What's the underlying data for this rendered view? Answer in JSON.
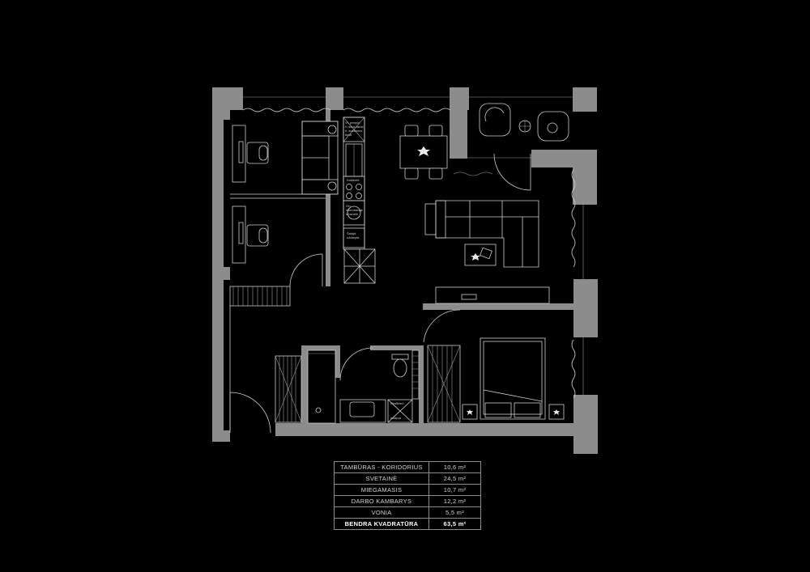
{
  "plan_labels": {
    "ventilation_note": [
      "Vt. prieplo",
      "ir nišos fanai",
      "ir, aukštoms",
      "tiekti"
    ],
    "cooktop": "Kaitlentė",
    "oven_microwave": [
      "Ort.",
      "mikrobangė",
      "krosnelė"
    ],
    "fridge": [
      "Šaldyt.",
      "uždaryta"
    ],
    "washing_machine": [
      "Skalbimo",
      "mašina"
    ],
    "bath_unit": [
      "Džiovykla",
      "skalbinių"
    ]
  },
  "area_table": {
    "rows": [
      {
        "room": "TAMBŪRAS - KORIDORIUS",
        "area": "10,6 m²"
      },
      {
        "room": "SVETAINĖ",
        "area": "24,5 m²"
      },
      {
        "room": "MIEGAMASIS",
        "area": "10,7 m²"
      },
      {
        "room": "DARBO KAMBARYS",
        "area": "12,2 m²"
      },
      {
        "room": "VONIA",
        "area": "5,5 m²"
      }
    ],
    "total": {
      "room": "BENDRA KVADRATŪRA",
      "area": "63,5 m²"
    }
  }
}
